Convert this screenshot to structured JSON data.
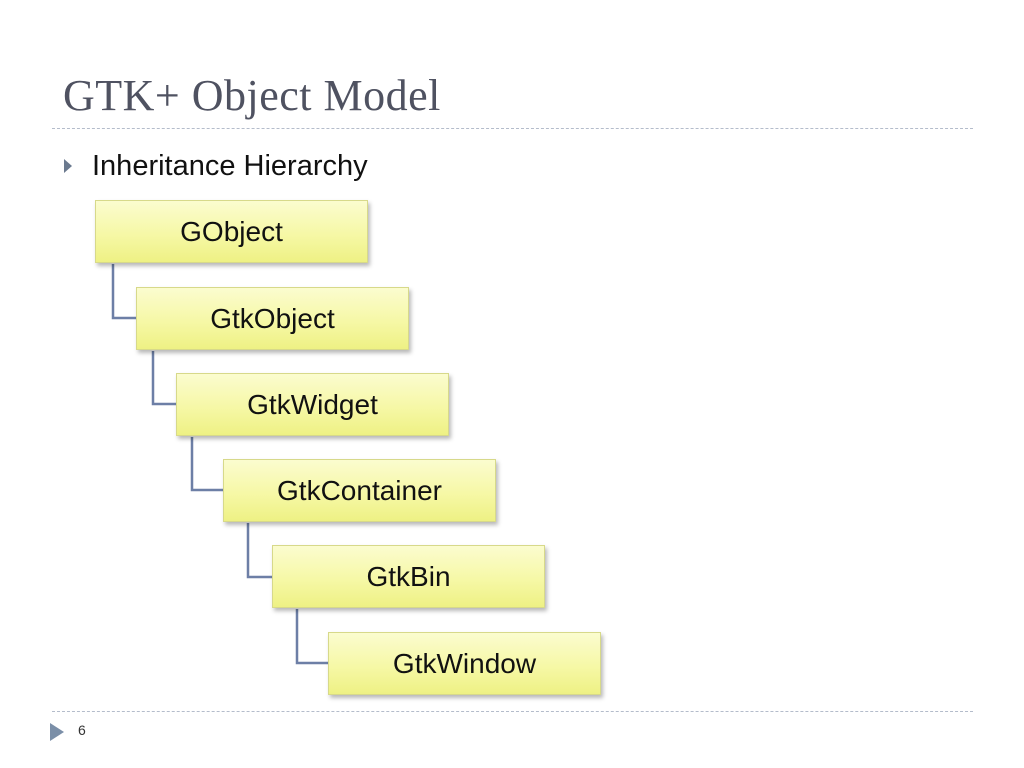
{
  "slide": {
    "title": "GTK+ Object Model",
    "bullet": "Inheritance Hierarchy",
    "page_number": "6"
  },
  "hierarchy": {
    "nodes": [
      {
        "id": "gobject",
        "label": "GObject"
      },
      {
        "id": "gtkobject",
        "label": "GtkObject"
      },
      {
        "id": "gtkwidget",
        "label": "GtkWidget"
      },
      {
        "id": "gtkcontainer",
        "label": "GtkContainer"
      },
      {
        "id": "gtkbin",
        "label": "GtkBin"
      },
      {
        "id": "gtkwindow",
        "label": "GtkWindow"
      }
    ],
    "edges": [
      [
        "gobject",
        "gtkobject"
      ],
      [
        "gtkobject",
        "gtkwidget"
      ],
      [
        "gtkwidget",
        "gtkcontainer"
      ],
      [
        "gtkcontainer",
        "gtkbin"
      ],
      [
        "gtkbin",
        "gtkwindow"
      ]
    ]
  },
  "colors": {
    "title": "#4f5261",
    "node_fill": "#f6f8a6",
    "node_border": "#d7d98a",
    "connector": "#6d7fa6",
    "bullet_arrow": "#6b7a8f"
  },
  "icons": {
    "bullet": "triangle-right-icon",
    "footer": "triangle-right-icon"
  }
}
